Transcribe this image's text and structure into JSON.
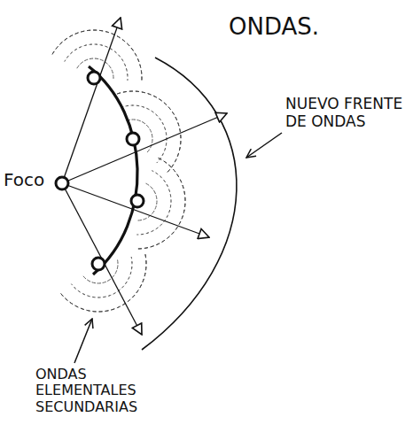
{
  "diagram": {
    "title": "ONDAS.",
    "labels": [
      "Foco",
      "NUEVO FRENTE DE ONDAS",
      "ONDAS ELEMENTALES SECUNDARIAS"
    ]
  }
}
